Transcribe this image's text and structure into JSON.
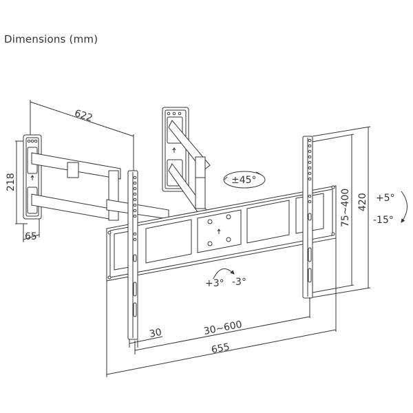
{
  "title": "Dimensions (mm)",
  "colors": {
    "line": "#333333",
    "fill": "#ffffff"
  },
  "dimensions": {
    "arm_length": "622",
    "wall_plate_height": "218",
    "wall_plate_depth": "65",
    "vesa_vertical": "75~400",
    "bracket_height": "420",
    "rail_width": "30",
    "vesa_horizontal": "30~600",
    "plate_width": "655"
  },
  "angles": {
    "swivel": "±45°",
    "tilt_up": "+5°",
    "tilt_down": "-15°",
    "rotation_plus": "+3°",
    "rotation_minus": "-3°"
  }
}
